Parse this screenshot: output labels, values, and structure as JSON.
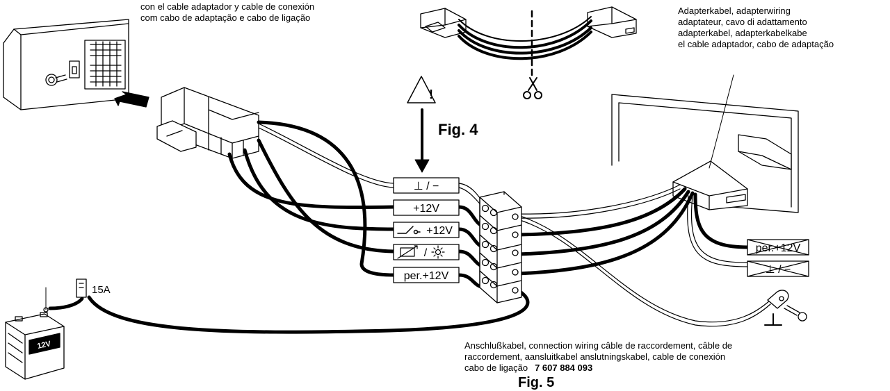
{
  "top_left_note": {
    "lines": [
      "con el cable adaptador y cable de conexión",
      "com cabo de adaptação e cabo de ligação"
    ]
  },
  "adapter_note": {
    "lines": [
      "Adapterkabel, adapterwiring",
      "adaptateur, cavo di adattamento",
      "adapterkabel, adapterkabelkabe",
      "el cable adaptador, cabo de adaptação"
    ]
  },
  "fig_ref": "Fig. 4",
  "warning_symbol": "!",
  "terminal_labels": [
    "⊥ / −",
    "+12V",
    "+12V",
    "/ ",
    "per.+12V"
  ],
  "crossed_labels": [
    "per.+12V",
    "⊥ / −"
  ],
  "fuse_label": "15A",
  "battery_label": "12V",
  "connection_note": {
    "lines": [
      "Anschlußkabel, connection wiring câble de raccordement, câble de",
      "raccordement, aansluitkabel anslutningskabel, cable de conexión",
      "cabo de ligação"
    ],
    "part_number": "7 607 884 093"
  },
  "figure_caption": "Fig. 5",
  "icons": [
    "warning-triangle-icon",
    "scissors-icon",
    "ground-symbol-icon",
    "switch-icon",
    "dimmer-icon",
    "battery-icon",
    "fuse-icon",
    "ring-terminal-icon"
  ]
}
